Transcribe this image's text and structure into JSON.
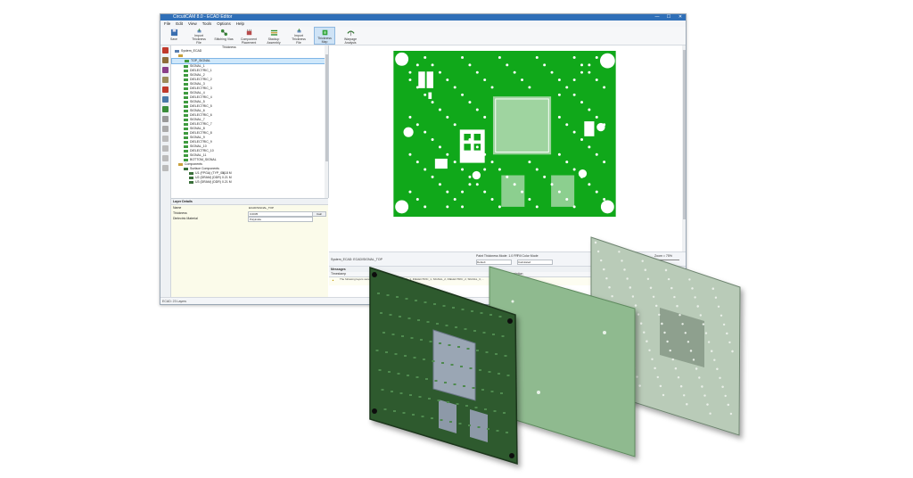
{
  "window": {
    "title": "CircuitCAM 8.0 - ECAD Editor",
    "controls": [
      "—",
      "☐",
      "✕"
    ]
  },
  "menu": [
    "File",
    "Edit",
    "View",
    "Tools",
    "Options",
    "Help"
  ],
  "ribbon": [
    {
      "label": "Save",
      "icon": "save-icon"
    },
    {
      "label": "Import Thickness File",
      "icon": "import-icon"
    },
    {
      "label": "Stitching Vias",
      "icon": "stitching-icon"
    },
    {
      "label": "Component Placement",
      "icon": "component-icon"
    },
    {
      "label": "Stackup Assembly",
      "icon": "stackup-icon"
    },
    {
      "label": "Import Thickness File",
      "icon": "import-icon"
    },
    {
      "label": "Thickness Map",
      "icon": "thickness-map-icon"
    },
    {
      "label": "Warpage Analysis",
      "icon": "warpage-icon"
    }
  ],
  "tree": {
    "col_header": "Thickness",
    "root": "System_ECAD",
    "items": [
      {
        "label": "TOP_SIGNAL",
        "selected": true
      },
      {
        "label": "SIGNAL_1"
      },
      {
        "label": "DIELECTRIC_1"
      },
      {
        "label": "SIGNAL_2"
      },
      {
        "label": "DIELECTRIC_2"
      },
      {
        "label": "SIGNAL_3"
      },
      {
        "label": "DIELECTRIC_3"
      },
      {
        "label": "SIGNAL_4"
      },
      {
        "label": "DIELECTRIC_4"
      },
      {
        "label": "SIGNAL_5"
      },
      {
        "label": "DIELECTRIC_5"
      },
      {
        "label": "SIGNAL_6"
      },
      {
        "label": "DIELECTRIC_6"
      },
      {
        "label": "SIGNAL_7"
      },
      {
        "label": "DIELECTRIC_7"
      },
      {
        "label": "SIGNAL_8"
      },
      {
        "label": "DIELECTRIC_8"
      },
      {
        "label": "SIGNAL_9"
      },
      {
        "label": "DIELECTRIC_9"
      },
      {
        "label": "SIGNAL_10"
      },
      {
        "label": "DIELECTRIC_10"
      },
      {
        "label": "SIGNAL_11"
      },
      {
        "label": "BOTTOM_SIGNAL"
      }
    ],
    "components_label": "Components",
    "components": [
      {
        "label": "Surface Components"
      },
      {
        "label": "U1 (FPGA) (TYP_01)",
        "value": "0.18 M"
      },
      {
        "label": "U2 (DRAM) (DDR)",
        "value": "0.21 M"
      },
      {
        "label": "U3 (DRAM) (DDR)",
        "value": "0.21 M"
      }
    ]
  },
  "layer_details": {
    "header": "Layer Details",
    "rows": [
      {
        "label": "Name",
        "value": "ECAD/SIGNAL_TOP"
      },
      {
        "label": "Thickness",
        "value": "0.0035",
        "button": "Calc"
      },
      {
        "label": "Dielectric Material",
        "value": "Polyimide"
      }
    ]
  },
  "status_text": "ECAD: 23 Layers",
  "midbar": {
    "layer_label": "System_ECAD: ECAD/SIGNAL_TOP",
    "paint_mode_label": "Paint Thickness Mode: 1.0 FR",
    "paint_mode_value": "Default",
    "fill_label": "Fill Color Mode",
    "fill_value": "Calculated",
    "zoom_label": "Zoom = 75%",
    "zoom_value": "75%"
  },
  "messages": {
    "header": "Messages",
    "col_time": "Timestamp",
    "col_text": "Description",
    "row_text": "The following layers were loaded: TOP_SIGNAL, SIGNAL_1, DIELECTRIC_1, SIGNAL_2, DIELECTRIC_2, SIGNAL_3, ..."
  },
  "colors": {
    "board_green": "#10a81a",
    "titlebar_blue": "#2f6fb8"
  }
}
